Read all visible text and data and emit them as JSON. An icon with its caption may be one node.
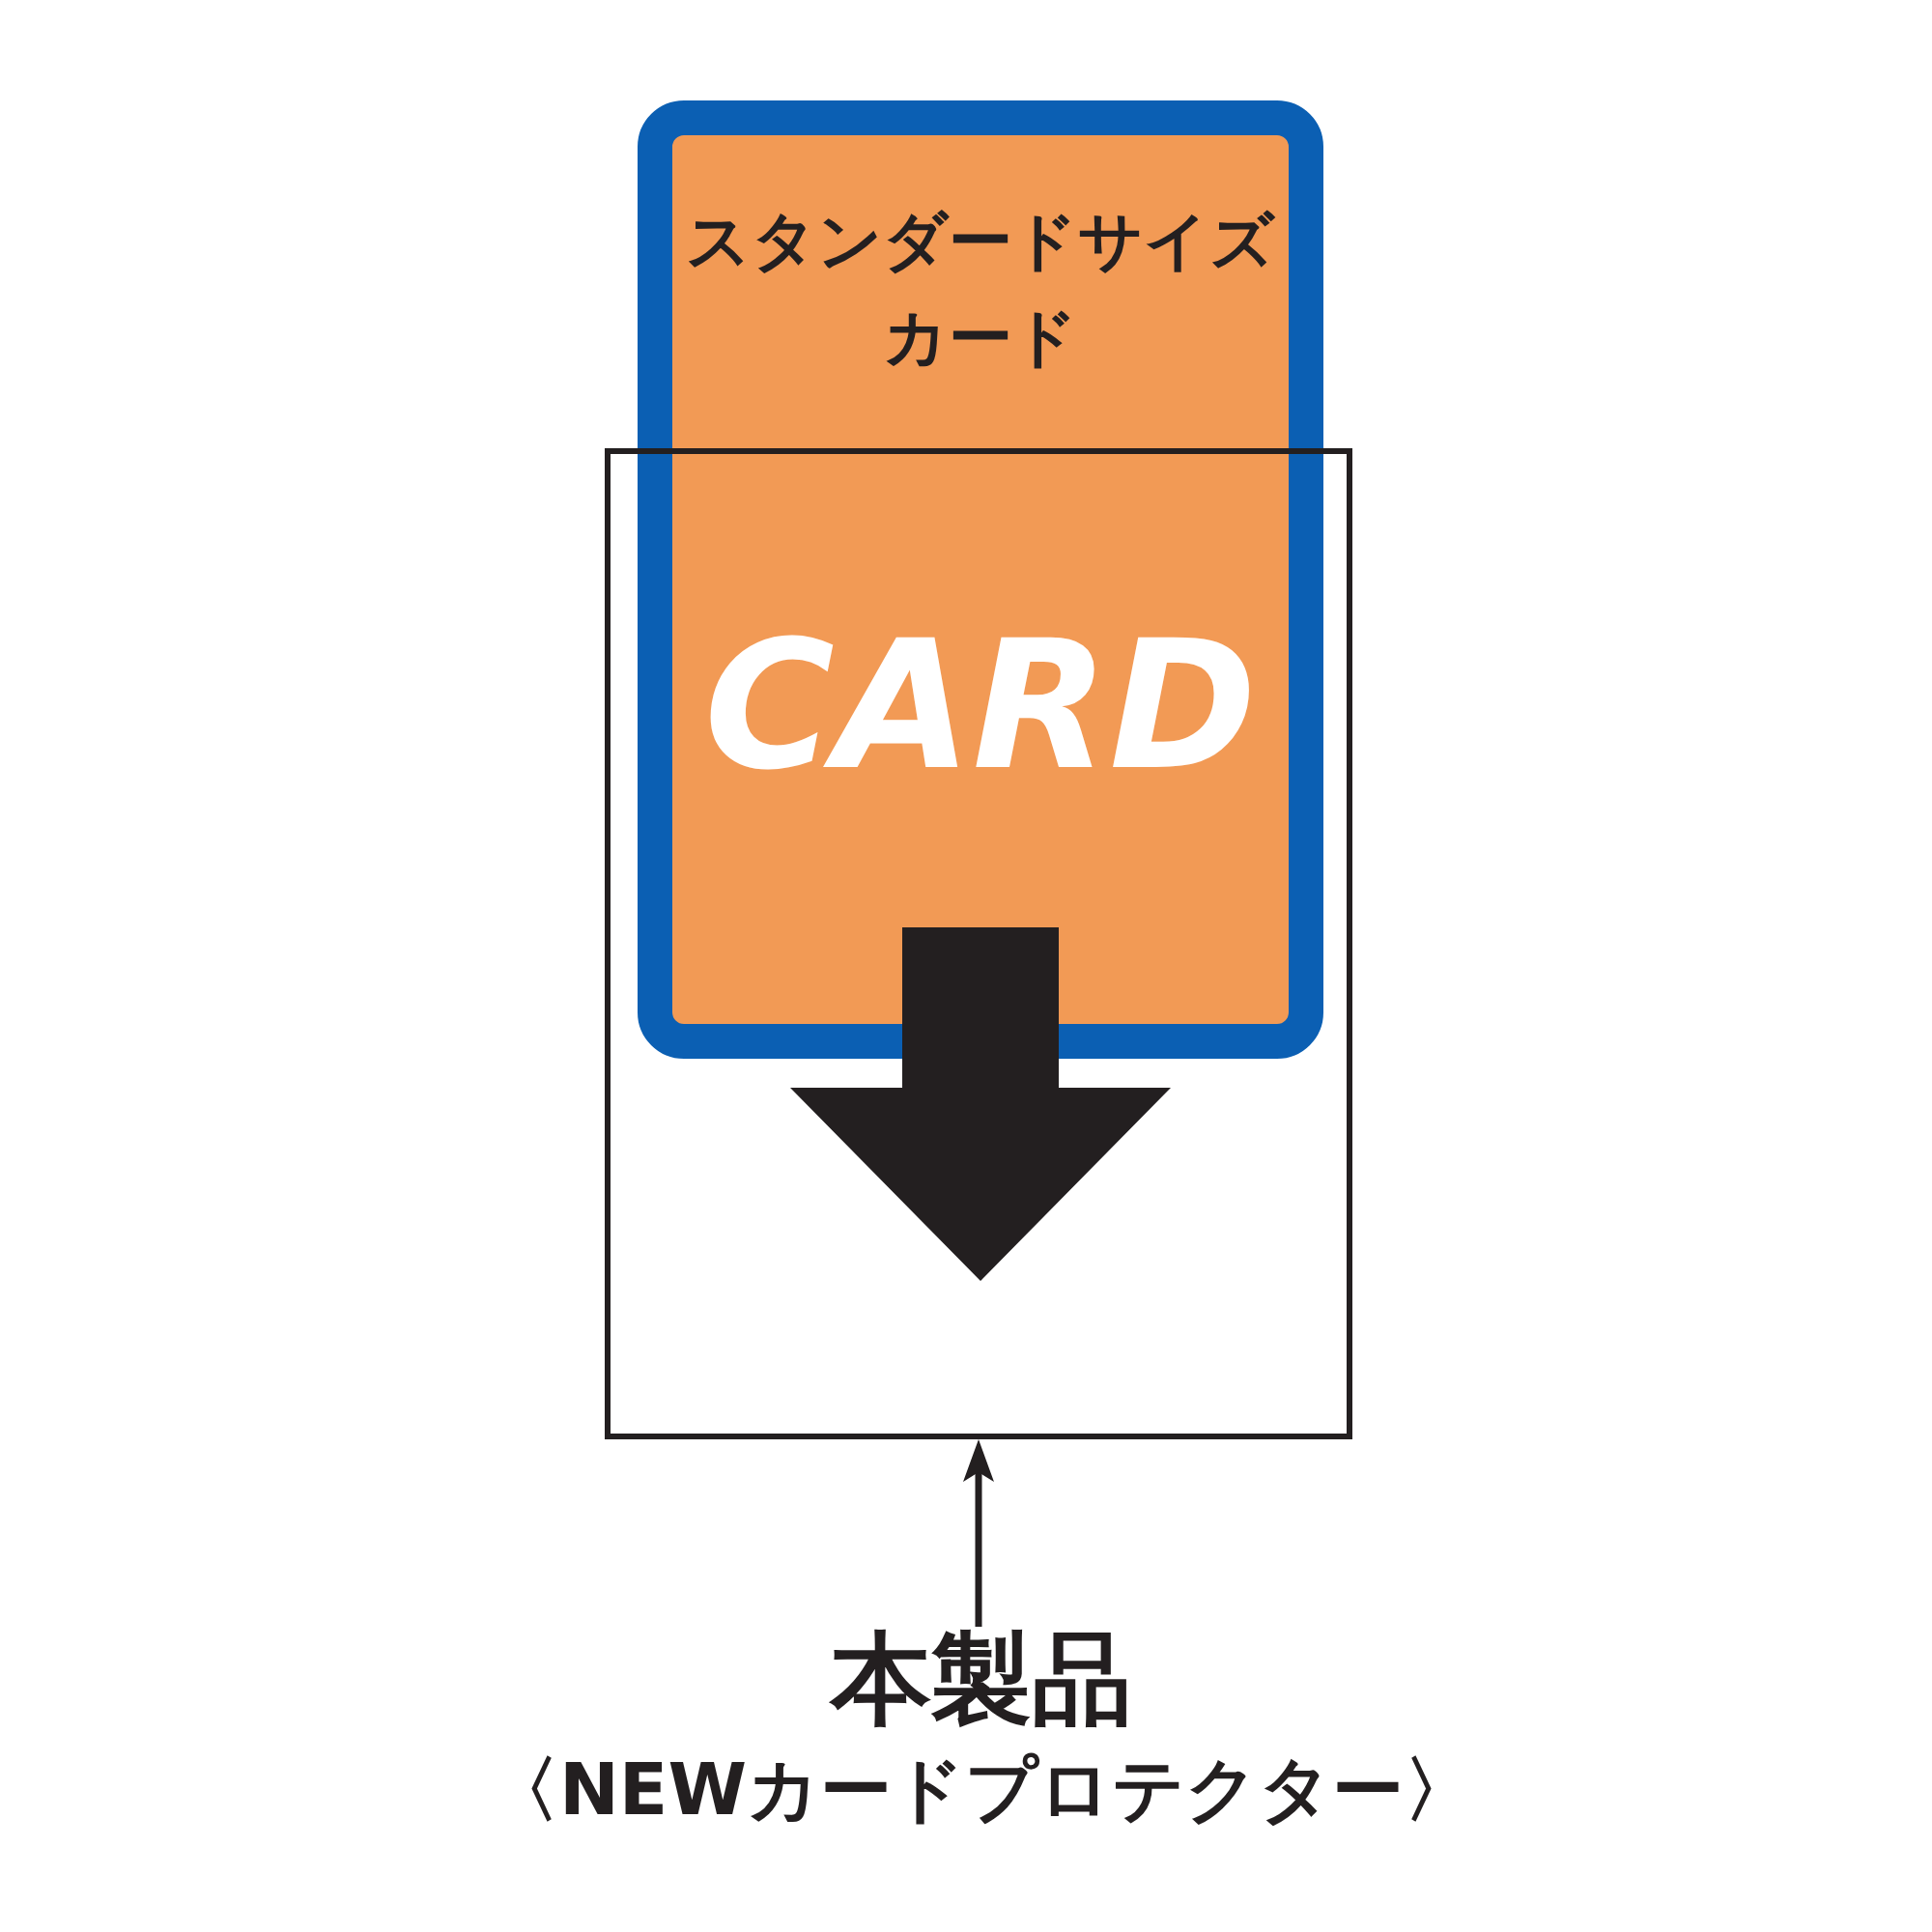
{
  "diagram": {
    "nodes": [
      {
        "text": [
          "スタンダードサイズカード",
          "CARD"
        ]
      },
      {
        "text": [],
        "shape": "box"
      },
      {
        "text": [
          "本製品",
          "〈NEWカードプロテクター〉"
        ]
      }
    ],
    "edges": [
      {
        "from": 0,
        "to": 1,
        "arrow": "to",
        "style": "thick"
      },
      {
        "from": 2,
        "to": 1,
        "arrow": "to"
      }
    ]
  }
}
